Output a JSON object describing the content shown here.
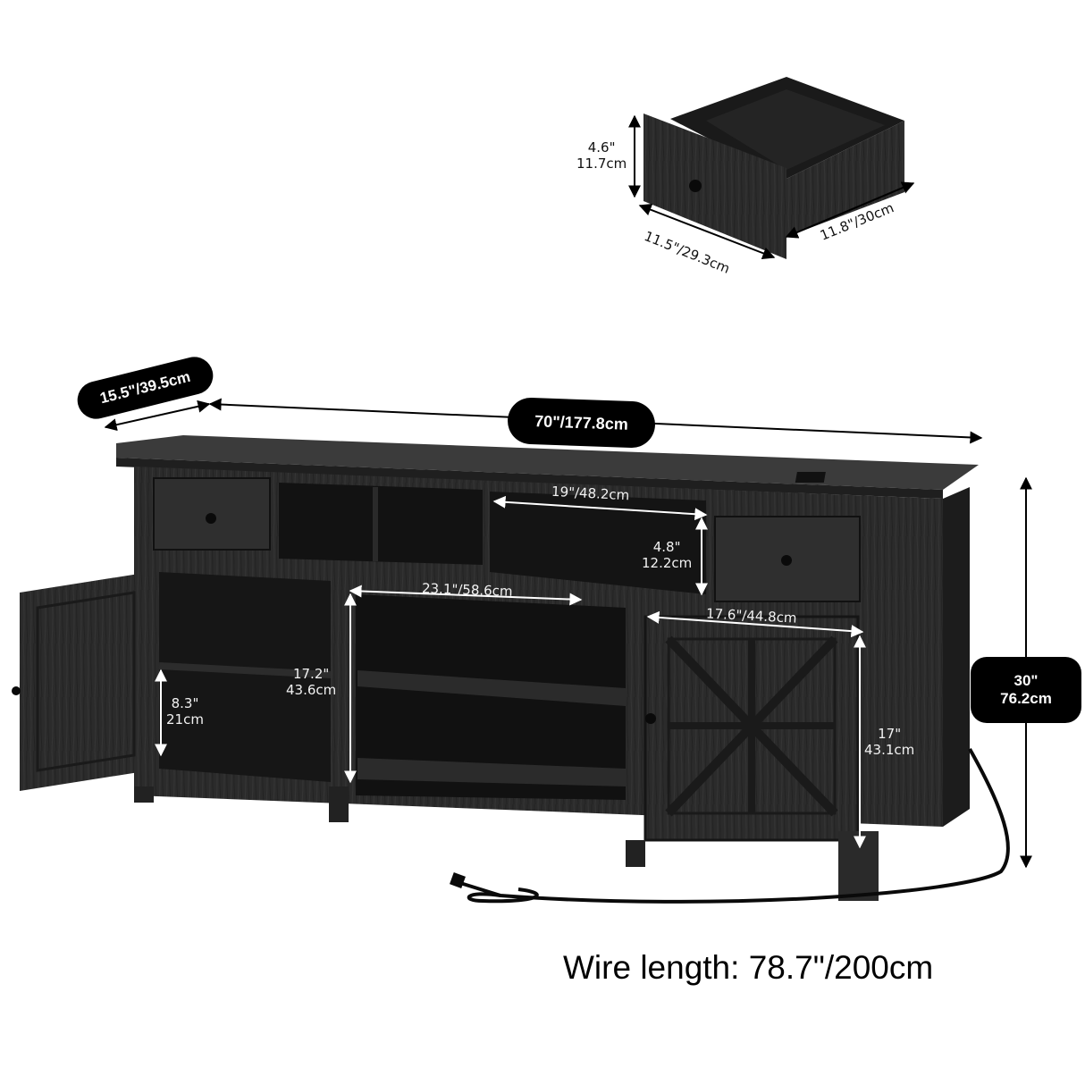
{
  "figure": {
    "subject": "TV stand with drawers, open shelves, cabinets and power cord",
    "colors": {
      "background": "#ffffff",
      "furniture": "#2a2a2a",
      "furniture_dark": "#161616",
      "furniture_top": "#3a3a3a",
      "annotation_pill": "#000000",
      "annotation_text_dark": "#111111",
      "annotation_text_light": "#f2f2f2"
    }
  },
  "drawer_detail": {
    "height": {
      "in": "4.6\"",
      "cm": "11.7cm"
    },
    "width": "11.5\"/29.3cm",
    "depth": "11.8\"/30cm"
  },
  "overall": {
    "depth": "15.5\"/39.5cm",
    "width": "70\"/177.8cm",
    "height": {
      "in": "30\"",
      "cm": "76.2cm"
    }
  },
  "compartments": {
    "top_open_shelf_width": "19\"/48.2cm",
    "top_open_shelf_height": {
      "in": "4.8\"",
      "cm": "12.2cm"
    },
    "center_open_width": "23.1\"/58.6cm",
    "right_cabinet_width": "17.6\"/44.8cm",
    "left_cabinet_height": {
      "in": "17.2\"",
      "cm": "43.6cm"
    },
    "left_shelf_gap": {
      "in": "8.3\"",
      "cm": "21cm"
    },
    "right_cabinet_height": {
      "in": "17\"",
      "cm": "43.1cm"
    }
  },
  "wire": {
    "label": "Wire length: 78.7\"/200cm"
  }
}
